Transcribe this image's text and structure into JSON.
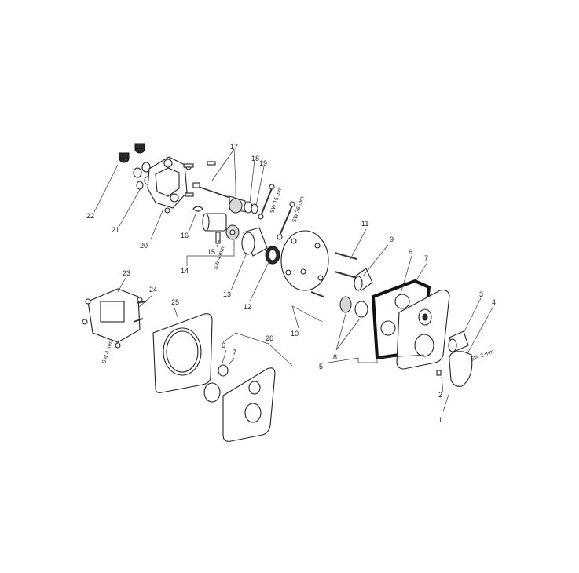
{
  "callouts": [
    "1",
    "2",
    "3",
    "4",
    "5",
    "6",
    "7",
    "8",
    "9",
    "10",
    "11",
    "12",
    "13",
    "14",
    "15",
    "16",
    "17",
    "18",
    "19",
    "20",
    "21",
    "22",
    "23",
    "24",
    "25",
    "26",
    "6",
    "7"
  ],
  "tool_labels": {
    "sw15": "SW 15 mm",
    "sw36": "SW 36 mm",
    "sw4a": "SW 4 mm",
    "sw4b": "SW 4 mm",
    "sw2": "SW 2 mm"
  }
}
